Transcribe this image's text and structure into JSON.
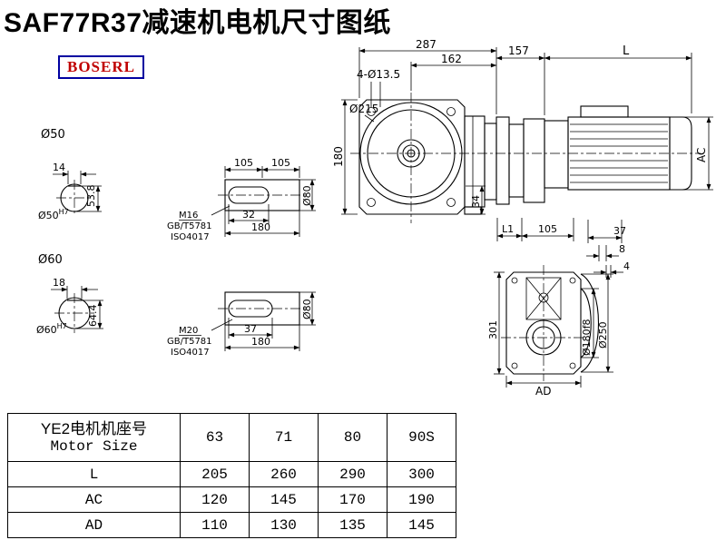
{
  "title": "SAF77R37减速机电机尺寸图纸",
  "logo": "BOSERL",
  "shaft_a": {
    "dia": "Ø50",
    "key_width": "14",
    "key_height": "53.8",
    "fit_dia": "Ø50",
    "fit_tol": "H7"
  },
  "shaft_b": {
    "dia": "Ø60",
    "key_width": "18",
    "key_height": "64.4",
    "fit_dia": "Ø60",
    "fit_tol": "H7"
  },
  "side_a": {
    "seg1": "105",
    "seg2": "105",
    "thread": "M16",
    "std1": "GB/T5781",
    "std2": "ISO4017",
    "key_len": "32",
    "total_len": "180",
    "dia": "Ø80"
  },
  "side_b": {
    "thread": "M20",
    "std1": "GB/T5781",
    "std2": "ISO4017",
    "key_len": "37",
    "total_len": "180",
    "dia": "Ø80"
  },
  "front": {
    "width": "287",
    "width_right": "162",
    "holes": "4-Ø13.5",
    "flange_dia": "Ø215",
    "height": "180",
    "foot": "34"
  },
  "motor": {
    "adapter_len": "157",
    "length_label": "L",
    "dia_label": "AC"
  },
  "rear": {
    "l1": "L1",
    "width": "105",
    "dim_a": "37",
    "dim_b": "8",
    "dim_c": "4",
    "height": "301",
    "spigot": "Ø180f8",
    "flange": "Ø250",
    "ad": "AD"
  },
  "table": {
    "header_cn": "YE2电机机座号",
    "header_en": "Motor Size",
    "columns": [
      "63",
      "71",
      "80",
      "90S"
    ],
    "rows": [
      {
        "label": "L",
        "values": [
          "205",
          "260",
          "290",
          "300"
        ]
      },
      {
        "label": "AC",
        "values": [
          "120",
          "145",
          "170",
          "190"
        ]
      },
      {
        "label": "AD",
        "values": [
          "110",
          "130",
          "135",
          "145"
        ]
      }
    ]
  }
}
